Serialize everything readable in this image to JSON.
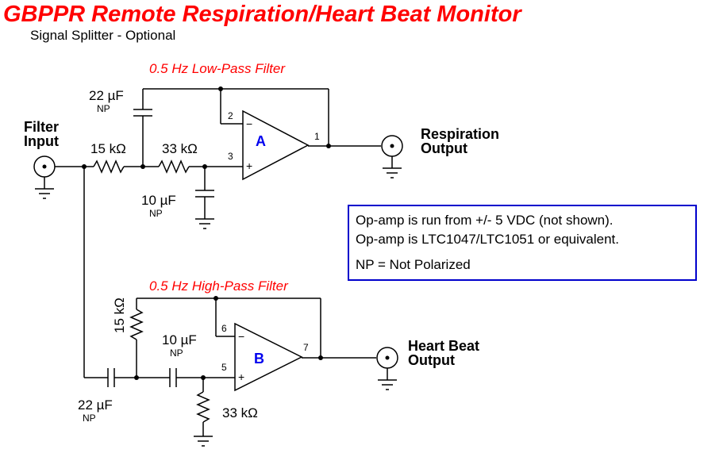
{
  "title": "GBPPR Remote Respiration/Heart Beat Monitor",
  "subtitle": "Signal Splitter - Optional",
  "filters": {
    "low_pass": "0.5 Hz Low-Pass Filter",
    "high_pass": "0.5 Hz High-Pass Filter"
  },
  "terminals": {
    "input_line1": "Filter",
    "input_line2": "Input",
    "resp_line1": "Respiration",
    "resp_line2": "Output",
    "heart_line1": "Heart Beat",
    "heart_line2": "Output"
  },
  "components": {
    "c_22uf_top": "22 µF",
    "r_15k_top": "15 kΩ",
    "r_33k_top": "33 kΩ",
    "c_10uf_top": "10 µF",
    "r_15k_bottom": "15 kΩ",
    "c_10uf_bottom": "10 µF",
    "c_22uf_bottom": "22 µF",
    "r_33k_bottom": "33 kΩ",
    "np": "NP"
  },
  "opamps": {
    "a": {
      "label": "A",
      "pin_inv": "2",
      "pin_noninv": "3",
      "pin_out": "1",
      "minus": "−",
      "plus": "+"
    },
    "b": {
      "label": "B",
      "pin_inv": "6",
      "pin_noninv": "5",
      "pin_out": "7",
      "minus": "−",
      "plus": "+"
    }
  },
  "note": {
    "line1": "Op-amp is run from +/- 5 VDC (not shown).",
    "line2": "Op-amp is LTC1047/LTC1051 or equivalent.",
    "line3": "NP = Not Polarized"
  },
  "colors": {
    "title": "#ff0000",
    "filter_label": "#ff0000",
    "opamp_label": "#0000ee",
    "note_border": "#0000cc"
  }
}
